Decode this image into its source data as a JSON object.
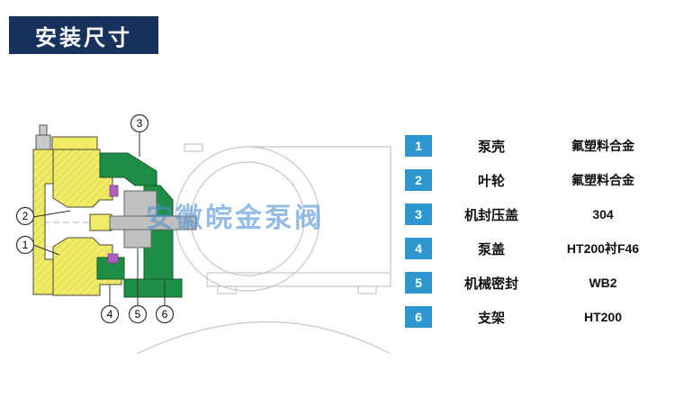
{
  "header": {
    "title": "安装尺寸"
  },
  "diagram": {
    "watermark": "安徽皖金泵阀",
    "callouts": [
      "1",
      "2",
      "3",
      "4",
      "5",
      "6"
    ]
  },
  "parts_table": {
    "rows": [
      {
        "num": "1",
        "name": "泵壳",
        "material": "氟塑料合金"
      },
      {
        "num": "2",
        "name": "叶轮",
        "material": "氟塑料合金"
      },
      {
        "num": "3",
        "name": "机封压盖",
        "material": "304"
      },
      {
        "num": "4",
        "name": "泵盖",
        "material": "HT200衬F46"
      },
      {
        "num": "5",
        "name": "机械密封",
        "material": "WB2"
      },
      {
        "num": "6",
        "name": "支架",
        "material": "HT200"
      }
    ]
  },
  "colors": {
    "accent_navy": "#17335d",
    "badge_blue": "#2e97d0",
    "casing_yellow": "#f1ec66",
    "bracket_green": "#1e8e44",
    "watermark_blue": "#4e8fd0"
  }
}
